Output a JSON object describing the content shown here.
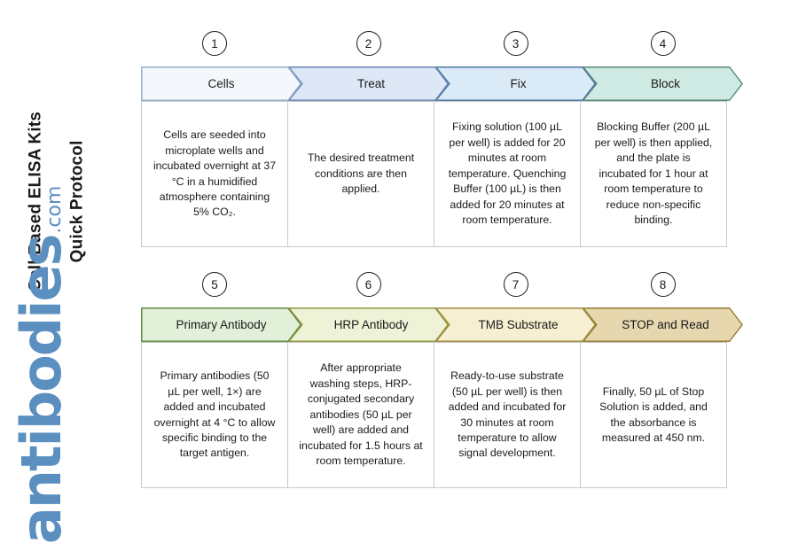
{
  "title": {
    "line1": "Cell Based ELISA Kits",
    "line2": "Quick Protocol",
    "full": "Cell Based ELISA Kits\nQuick Protocol"
  },
  "logo": {
    "name": "antibodies",
    "tld": ".com",
    "color": "#5b8fc0"
  },
  "colors": {
    "step1_fill": "#f4f7fb",
    "step1_border": "#8fa9c9",
    "step2_fill": "#dde7f6",
    "step2_border": "#5b7fae",
    "step3_fill": "#daeaf7",
    "step3_border": "#3f6f93",
    "step4_fill": "#cfeae2",
    "step4_border": "#4b7f73",
    "step5_fill": "#e2f0d9",
    "step5_border": "#548235",
    "step6_fill": "#eef2d6",
    "step6_border": "#8a8f2e",
    "step7_fill": "#f6efd2",
    "step7_border": "#9a8330",
    "step8_fill": "#e6d7ae",
    "step8_border": "#8a7429",
    "cell_border": "#c9c9c9",
    "text": "#1a1a1a"
  },
  "rows": [
    {
      "id": "row-top",
      "steps": [
        {
          "number": "1",
          "label": "Cells",
          "text": "Cells are seeded into microplate wells and incubated overnight at 37 °C in a humidified atmosphere containing 5% CO₂."
        },
        {
          "number": "2",
          "label": "Treat",
          "text": "The desired treatment conditions are then applied."
        },
        {
          "number": "3",
          "label": "Fix",
          "text": "Fixing solution (100 µL per well) is added for 20 minutes at room temperature. Quenching Buffer (100 µL) is then added for 20 minutes at room temperature."
        },
        {
          "number": "4",
          "label": "Block",
          "text": "Blocking Buffer (200 µL per well) is then applied, and the plate is incubated for 1 hour at room temperature to reduce non-specific binding."
        }
      ]
    },
    {
      "id": "row-bottom",
      "steps": [
        {
          "number": "5",
          "label": "Primary Antibody",
          "text": "Primary antibodies (50 µL per well, 1×) are added and incubated overnight at 4 °C to allow specific binding to the target antigen."
        },
        {
          "number": "6",
          "label": "HRP Antibody",
          "text": "After appropriate washing steps, HRP-conjugated secondary antibodies (50 µL per well) are added and incubated for 1.5 hours at room temperature."
        },
        {
          "number": "7",
          "label": "TMB Substrate",
          "text": "Ready-to-use substrate (50 µL per well) is then added and incubated for 30 minutes at room temperature to allow signal development."
        },
        {
          "number": "8",
          "label": "STOP and Read",
          "text": "Finally, 50 µL of Stop Solution is added, and the absorbance is measured at 450 nm."
        }
      ]
    }
  ]
}
